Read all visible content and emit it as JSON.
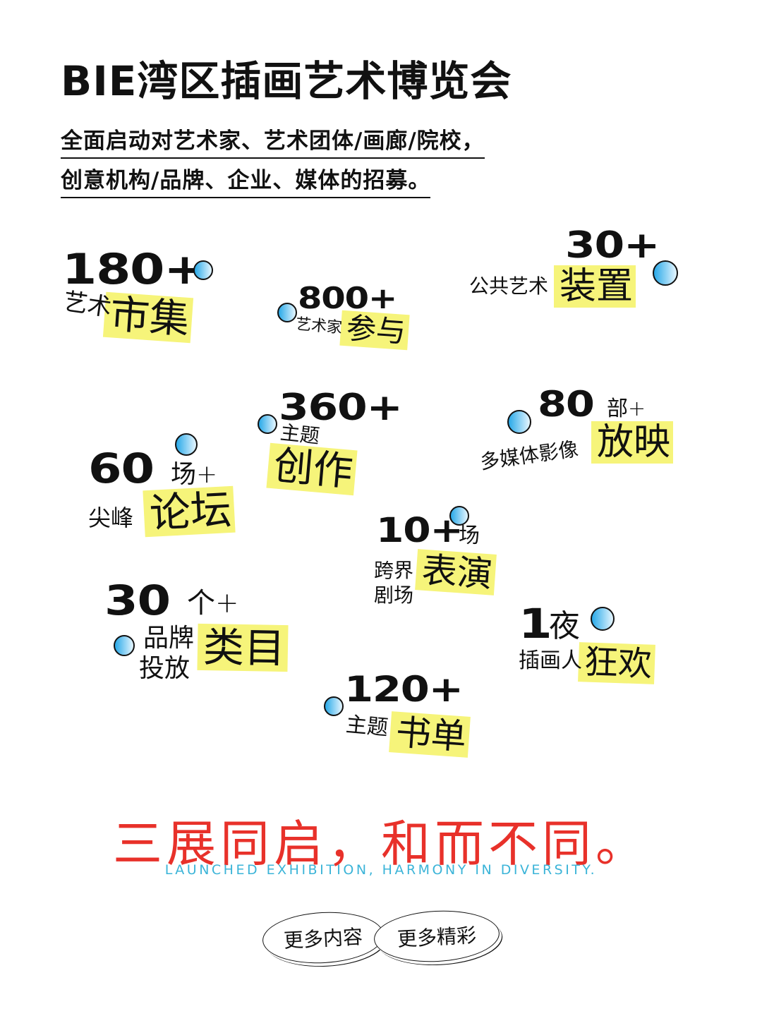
{
  "title": "BIE湾区插画艺术博览会",
  "subtitle_lines": [
    "全面启动对艺术家、艺术团体/画廊/院校，",
    "创意机构/品牌、企业、媒体的招募。"
  ],
  "stats": [
    {
      "number": "180+",
      "unit": "",
      "prefix": "艺术",
      "prefix2": "",
      "highlight": "市集"
    },
    {
      "number": "800+",
      "unit": "",
      "prefix": "艺术家",
      "prefix2": "",
      "highlight": "参与"
    },
    {
      "number": "30+",
      "unit": "",
      "prefix": "公共艺术",
      "prefix2": "",
      "highlight": "装置"
    },
    {
      "number": "360+",
      "unit": "",
      "prefix": "主题",
      "prefix2": "",
      "highlight": "创作"
    },
    {
      "number": "80",
      "unit": "部+",
      "prefix": "多媒体影像",
      "prefix2": "",
      "highlight": "放映"
    },
    {
      "number": "60",
      "unit": "场+",
      "prefix": "尖峰",
      "prefix2": "",
      "highlight": "论坛"
    },
    {
      "number": "10+",
      "unit": "场",
      "prefix": "跨界",
      "prefix2": "剧场",
      "highlight": "表演"
    },
    {
      "number": "30",
      "unit": "个+",
      "prefix": "品牌",
      "prefix2": "投放",
      "highlight": "类目"
    },
    {
      "number": "1",
      "unit": "夜",
      "prefix": "插画人",
      "prefix2": "",
      "highlight": "狂欢"
    },
    {
      "number": "120+",
      "unit": "",
      "prefix": "主题",
      "prefix2": "",
      "highlight": "书单"
    }
  ],
  "slogan": "三展同启，和而不同。",
  "slogan_en": "LAUNCHED EXHIBITION, HARMONY IN DIVERSITY.",
  "buttons": {
    "more_content": "更多内容",
    "more_highlights": "更多精彩"
  },
  "colors": {
    "highlight": "#f6f47a",
    "slogan": "#e8312a",
    "slogan_en": "#3bb4d8",
    "dot": "#29a9e8"
  }
}
